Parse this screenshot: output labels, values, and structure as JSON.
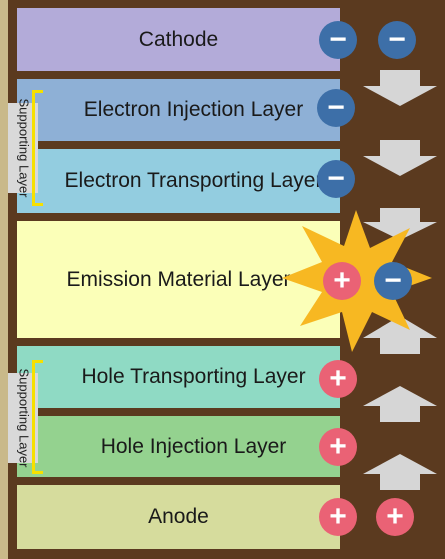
{
  "layers": {
    "cathode": "Cathode",
    "electron_injection": "Electron Injection Layer",
    "electron_transporting": "Electron Transporting Layer",
    "emission": "Emission Material Layer",
    "hole_transporting": "Hole Transporting Layer",
    "hole_injection": "Hole Injection Layer",
    "anode": "Anode"
  },
  "supporting_label_top": "Supporting Layer",
  "supporting_label_bottom": "Supporting Layer",
  "symbols": {
    "minus": "−",
    "plus": "+"
  },
  "colors": {
    "background": "#5b3a1f",
    "cathode": "#b3abd9",
    "electron_injection": "#8eb0d6",
    "electron_transporting": "#93cde0",
    "emission": "#fbffb8",
    "hole_transporting": "#8fdac4",
    "hole_injection": "#94d28f",
    "anode": "#d6dc9d",
    "electron": "#3d6fa8",
    "hole": "#ea6275",
    "burst": "#f7b822",
    "arrow": "#d6d6d6"
  }
}
